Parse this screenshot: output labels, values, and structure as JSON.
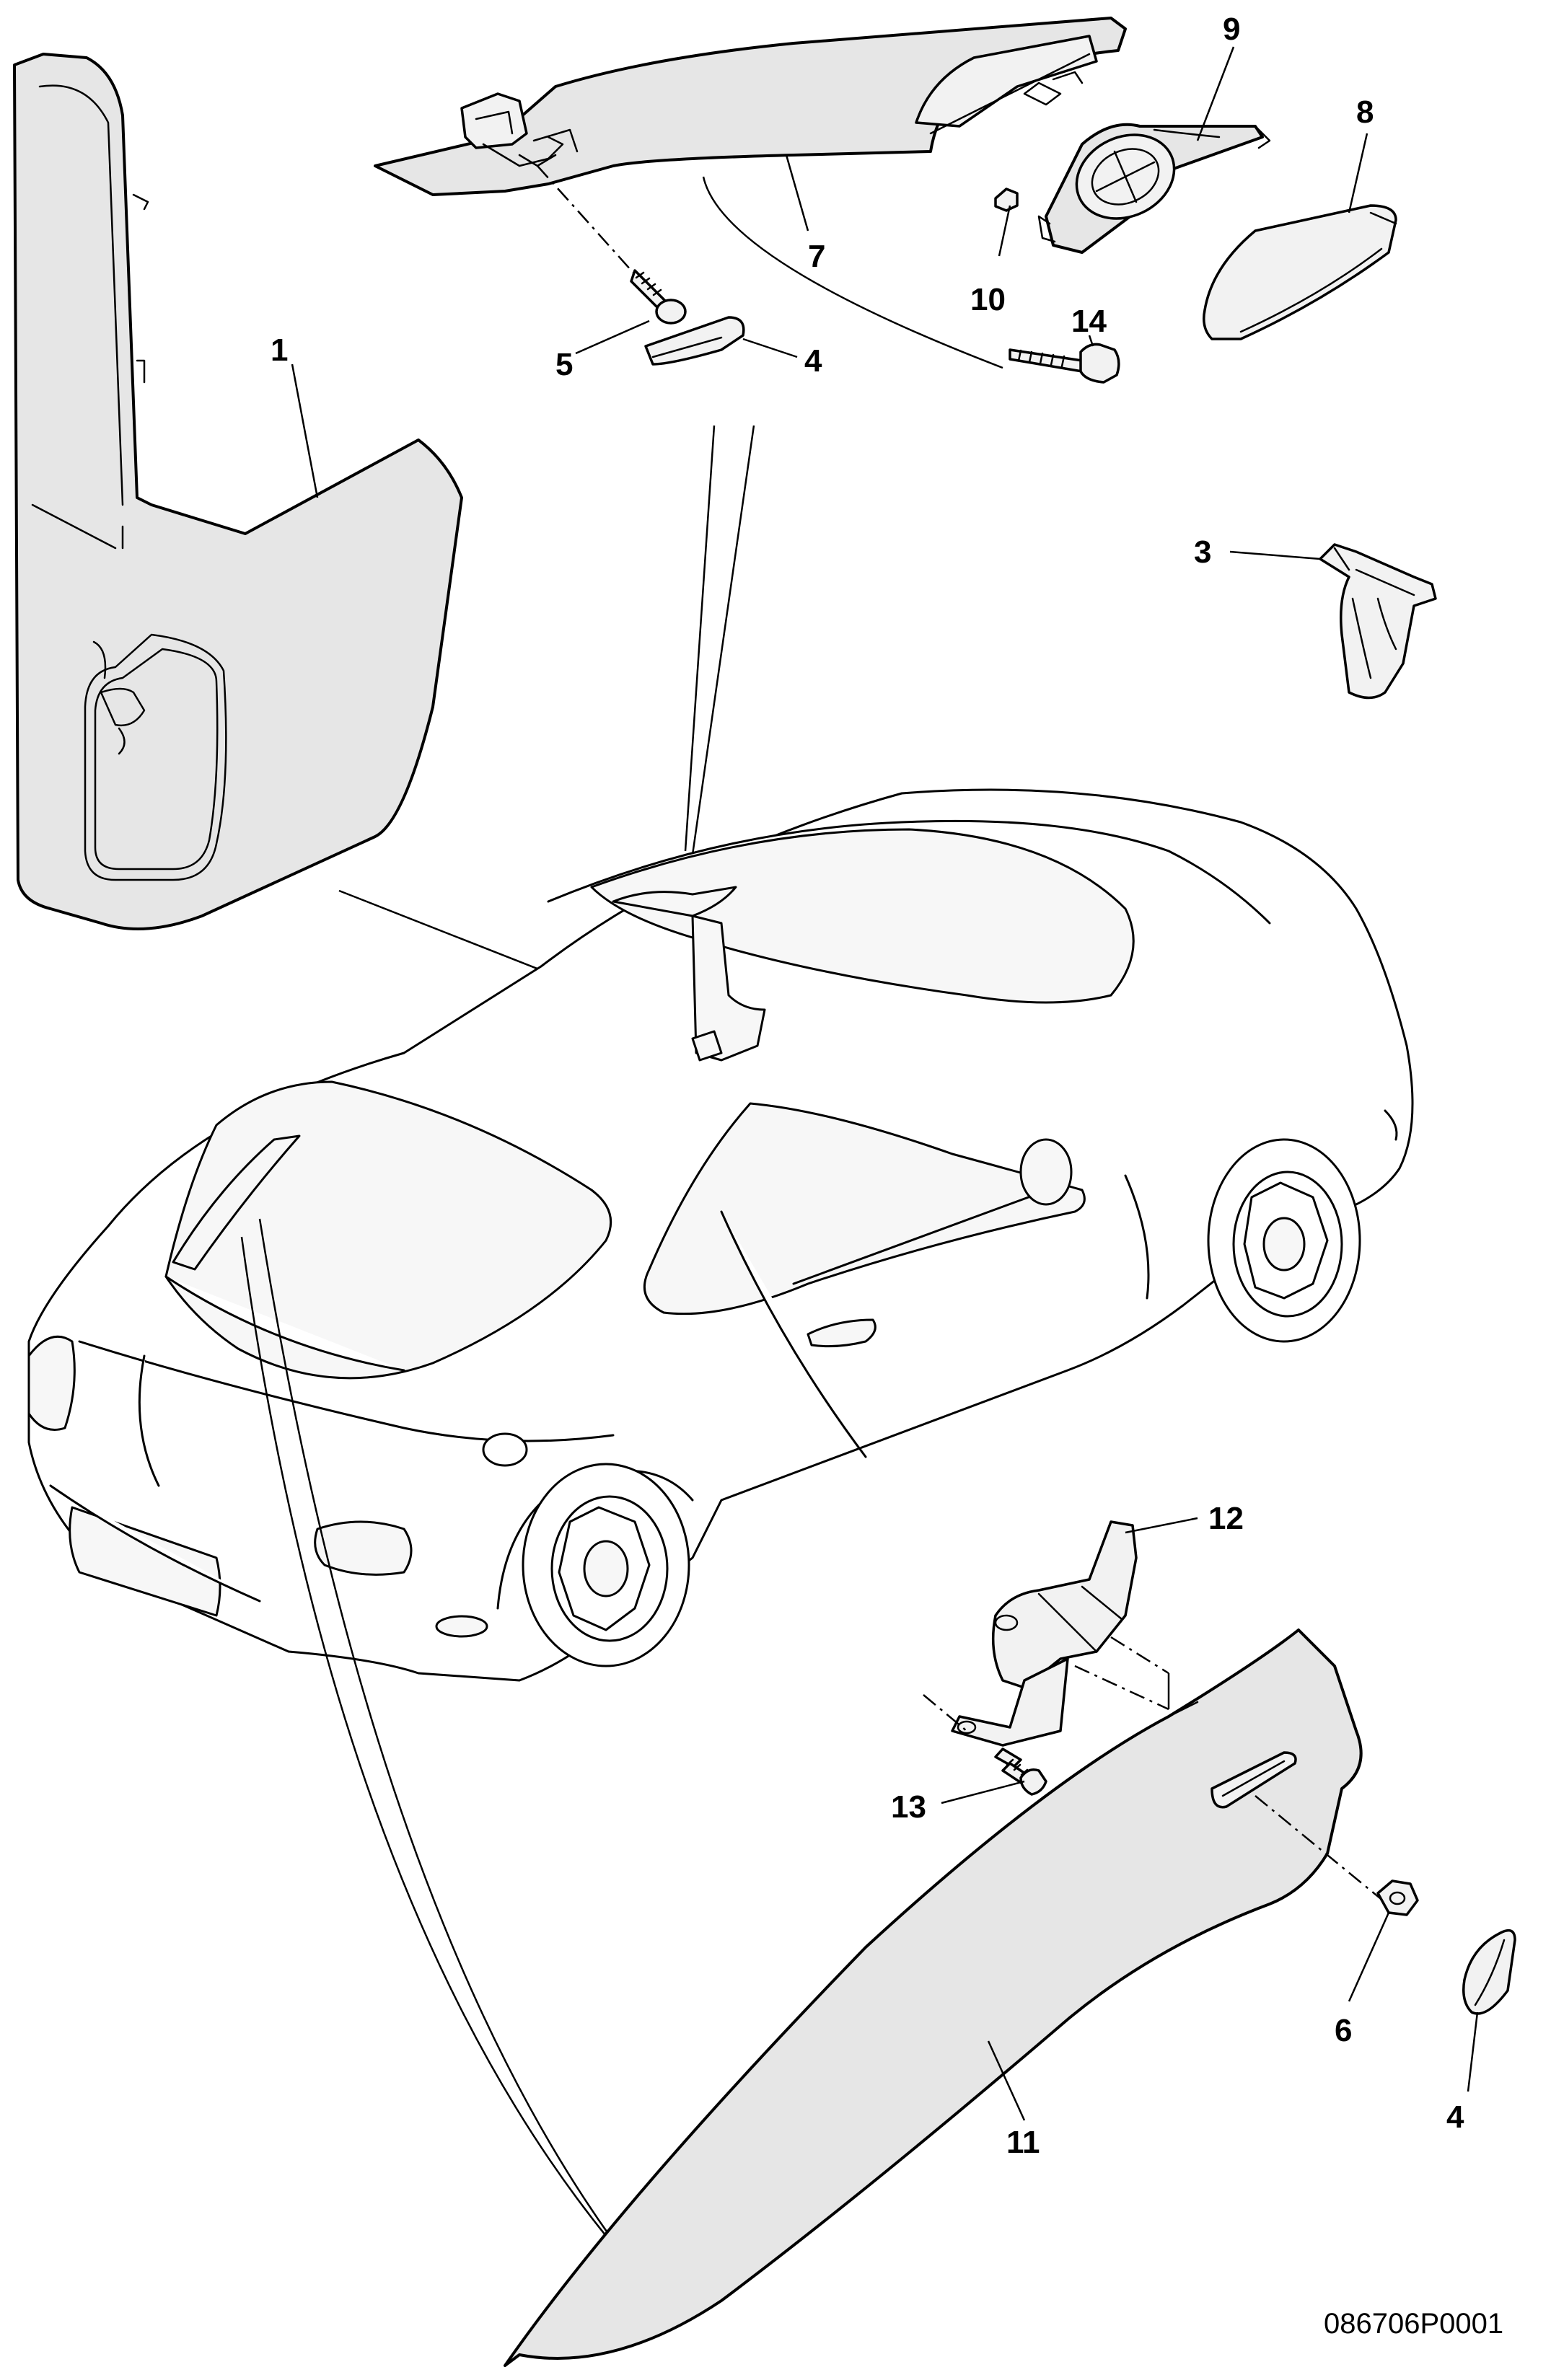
{
  "callouts": {
    "c1": "1",
    "c3": "3",
    "c4a": "4",
    "c4b": "4",
    "c5": "5",
    "c6": "6",
    "c7": "7",
    "c8": "8",
    "c9": "9",
    "c10": "10",
    "c11": "11",
    "c12": "12",
    "c13": "13",
    "c14": "14"
  },
  "reference_code": "086706P0001"
}
